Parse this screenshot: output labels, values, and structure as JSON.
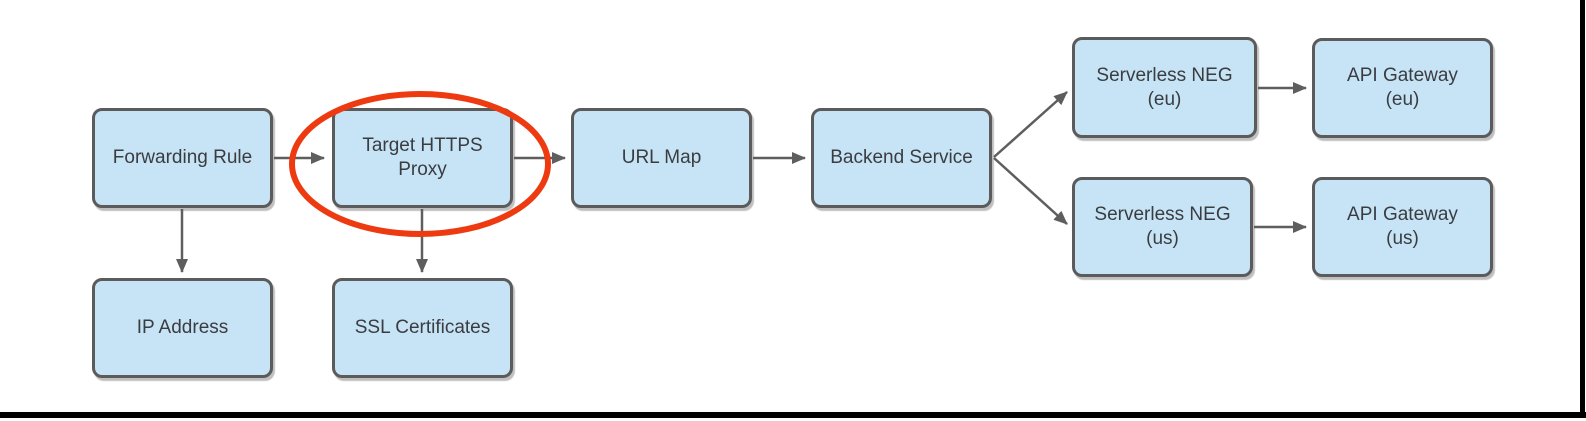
{
  "diagram": {
    "type": "flowchart",
    "subject": "HTTPS Load Balancer components with serverless NEG backends",
    "nodes": [
      {
        "id": "forwarding-rule",
        "label": "Forwarding Rule"
      },
      {
        "id": "target-https-proxy",
        "label": "Target HTTPS\nProxy"
      },
      {
        "id": "url-map",
        "label": "URL Map"
      },
      {
        "id": "backend-service",
        "label": "Backend Service"
      },
      {
        "id": "serverless-neg-eu",
        "label": "Serverless NEG\n(eu)"
      },
      {
        "id": "api-gateway-eu",
        "label": "API Gateway\n(eu)"
      },
      {
        "id": "serverless-neg-us",
        "label": "Serverless NEG\n(us)"
      },
      {
        "id": "api-gateway-us",
        "label": "API Gateway\n(us)"
      },
      {
        "id": "ip-address",
        "label": "IP Address"
      },
      {
        "id": "ssl-certificates",
        "label": "SSL Certificates"
      }
    ],
    "edges": [
      {
        "from": "Forwarding Rule",
        "to": "Target HTTPS Proxy",
        "direction": "right"
      },
      {
        "from": "Target HTTPS Proxy",
        "to": "URL Map",
        "direction": "right"
      },
      {
        "from": "URL Map",
        "to": "Backend Service",
        "direction": "right"
      },
      {
        "from": "Backend Service",
        "to": "Serverless NEG (eu)",
        "direction": "up-right"
      },
      {
        "from": "Backend Service",
        "to": "Serverless NEG (us)",
        "direction": "down-right"
      },
      {
        "from": "Serverless NEG (eu)",
        "to": "API Gateway (eu)",
        "direction": "right"
      },
      {
        "from": "Serverless NEG (us)",
        "to": "API Gateway (us)",
        "direction": "right"
      },
      {
        "from": "Forwarding Rule",
        "to": "IP Address",
        "direction": "down"
      },
      {
        "from": "Target HTTPS Proxy",
        "to": "SSL Certificates",
        "direction": "down"
      }
    ],
    "highlight": {
      "shape": "ellipse",
      "around": "Target HTTPS Proxy",
      "color": "#ee3a10"
    },
    "colors": {
      "node_fill": "#c7e3f6",
      "node_border": "#5b5b5b",
      "arrow": "#5e5e5e",
      "text": "#3a3d40",
      "frame": "#000000"
    }
  }
}
